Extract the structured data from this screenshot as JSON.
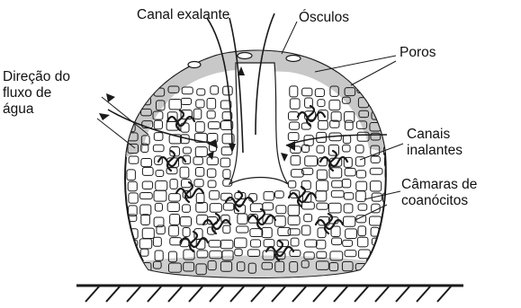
{
  "diagram": {
    "labels": {
      "canal_exalante": "Canal exalante",
      "osculos": "Ósculos",
      "poros": "Poros",
      "direcao_fluxo": [
        "Direção do",
        "fluxo de",
        "água"
      ],
      "canais_inalantes": [
        "Canais",
        "inalantes"
      ],
      "camaras_coanocitos": [
        "Câmaras de",
        "coanócitos"
      ]
    },
    "colors": {
      "ink": "#1a1a1a",
      "shading": "#c8c8c8",
      "background": "#ffffff"
    }
  }
}
